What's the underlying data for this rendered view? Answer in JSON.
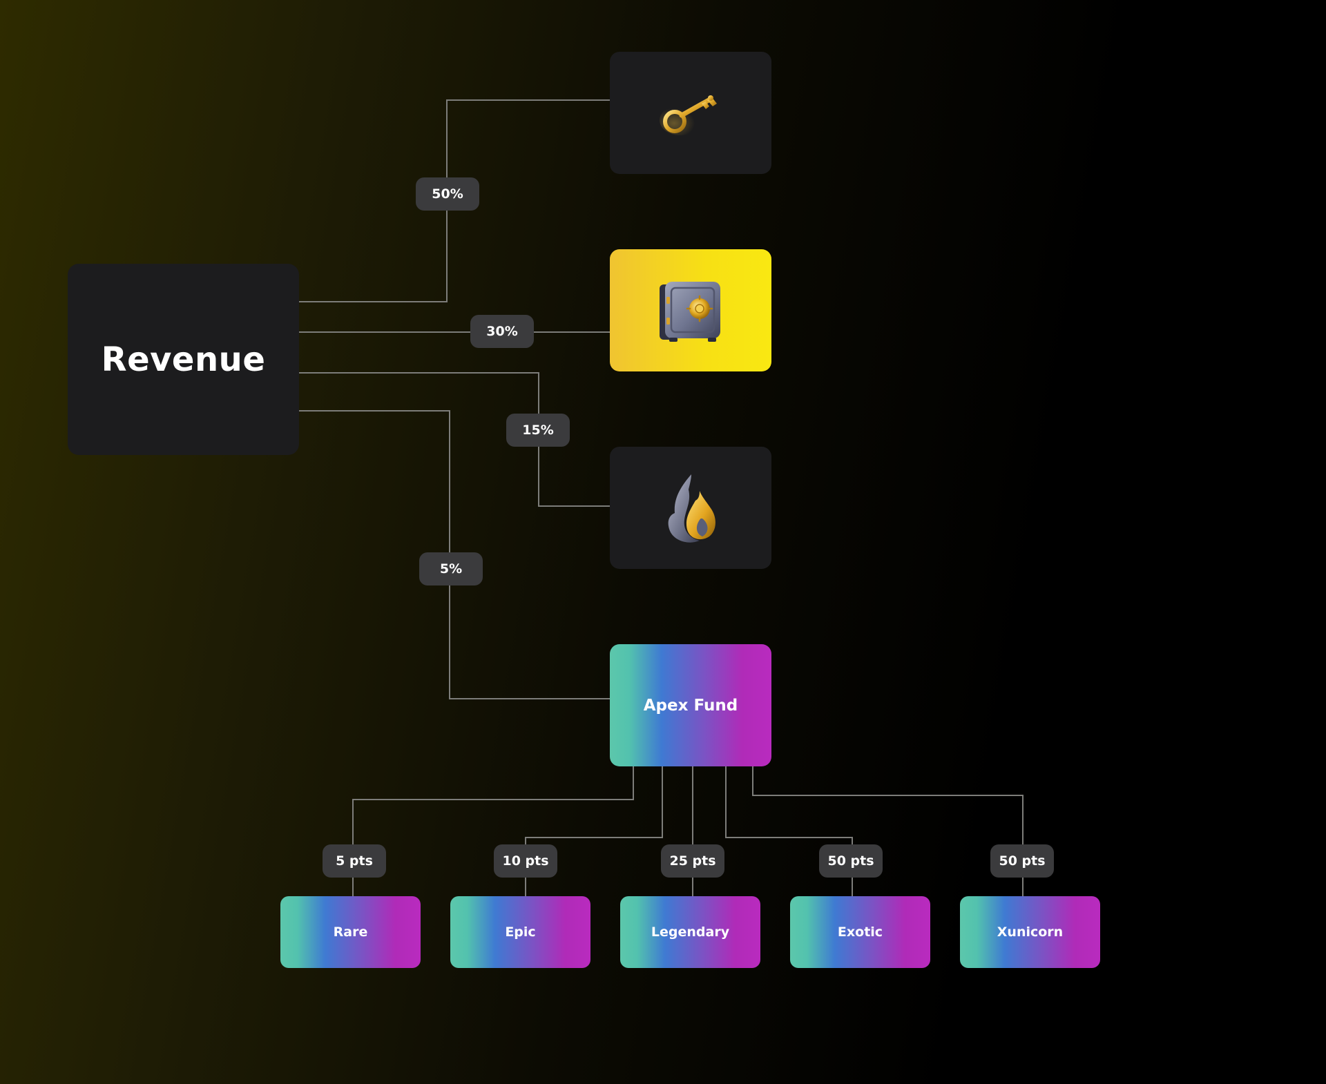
{
  "revenue": {
    "label": "Revenue"
  },
  "allocations": [
    {
      "percent": "50%",
      "icon": "key-icon"
    },
    {
      "percent": "30%",
      "icon": "safe-icon"
    },
    {
      "percent": "15%",
      "icon": "fire-icon"
    },
    {
      "percent": "5%",
      "target": "Apex Fund"
    }
  ],
  "fund": {
    "label": "Apex Fund"
  },
  "tiers": [
    {
      "label": "Rare",
      "points": "5 pts"
    },
    {
      "label": "Epic",
      "points": "10 pts"
    },
    {
      "label": "Legendary",
      "points": "25 pts"
    },
    {
      "label": "Exotic",
      "points": "50 pts"
    },
    {
      "label": "Xunicorn",
      "points": "50 pts"
    }
  ],
  "colors": {
    "node_dark": "#1c1c1e",
    "pill": "#3b3b3d",
    "safe_background": "#f5d81c",
    "gradient": [
      "#5cc7ab",
      "#3f7ad2",
      "#b92bbf"
    ],
    "connector": "#7d7d7a"
  }
}
